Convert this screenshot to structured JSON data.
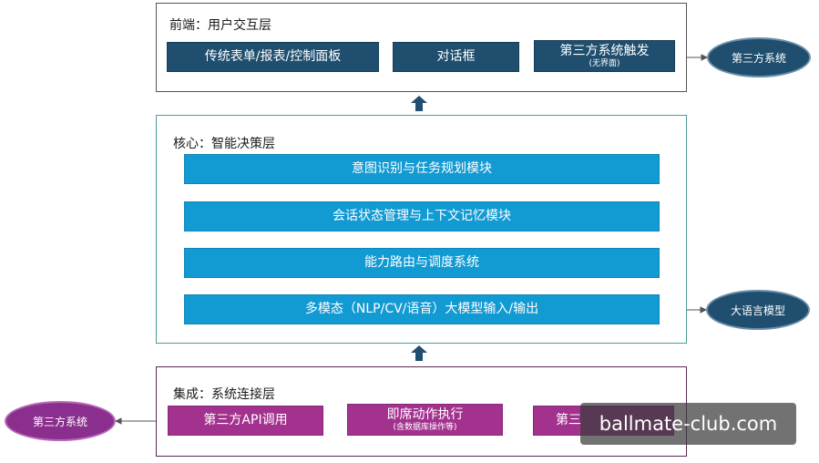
{
  "frontend": {
    "title": "前端：用户交互层",
    "boxes": [
      {
        "label": "传统表单/报表/控制面板"
      },
      {
        "label": "对话框"
      },
      {
        "label": "第三方系统触发",
        "sub": "(无界面)"
      }
    ],
    "external": "第三方系统"
  },
  "core": {
    "title": "核心：智能决策层",
    "modules": [
      "意图识别与任务规划模块",
      "会话状态管理与上下文记忆模块",
      "能力路由与调度系统",
      "多模态（NLP/CV/语音）大模型输入/输出"
    ],
    "external": "大语言模型"
  },
  "integration": {
    "title": "集成：系统连接层",
    "boxes": [
      {
        "label": "第三方API调用"
      },
      {
        "label": "即席动作执行",
        "sub": "(含数据库操作等)"
      },
      {
        "label": "第三"
      }
    ],
    "external": "第三方系统"
  },
  "watermark": "ballmate-club.com",
  "colors": {
    "navy": "#1f4e6e",
    "cyan": "#129ad3",
    "purple": "#a3328f",
    "teal_border": "#4a9e95",
    "purple_border": "#5a2a52"
  }
}
